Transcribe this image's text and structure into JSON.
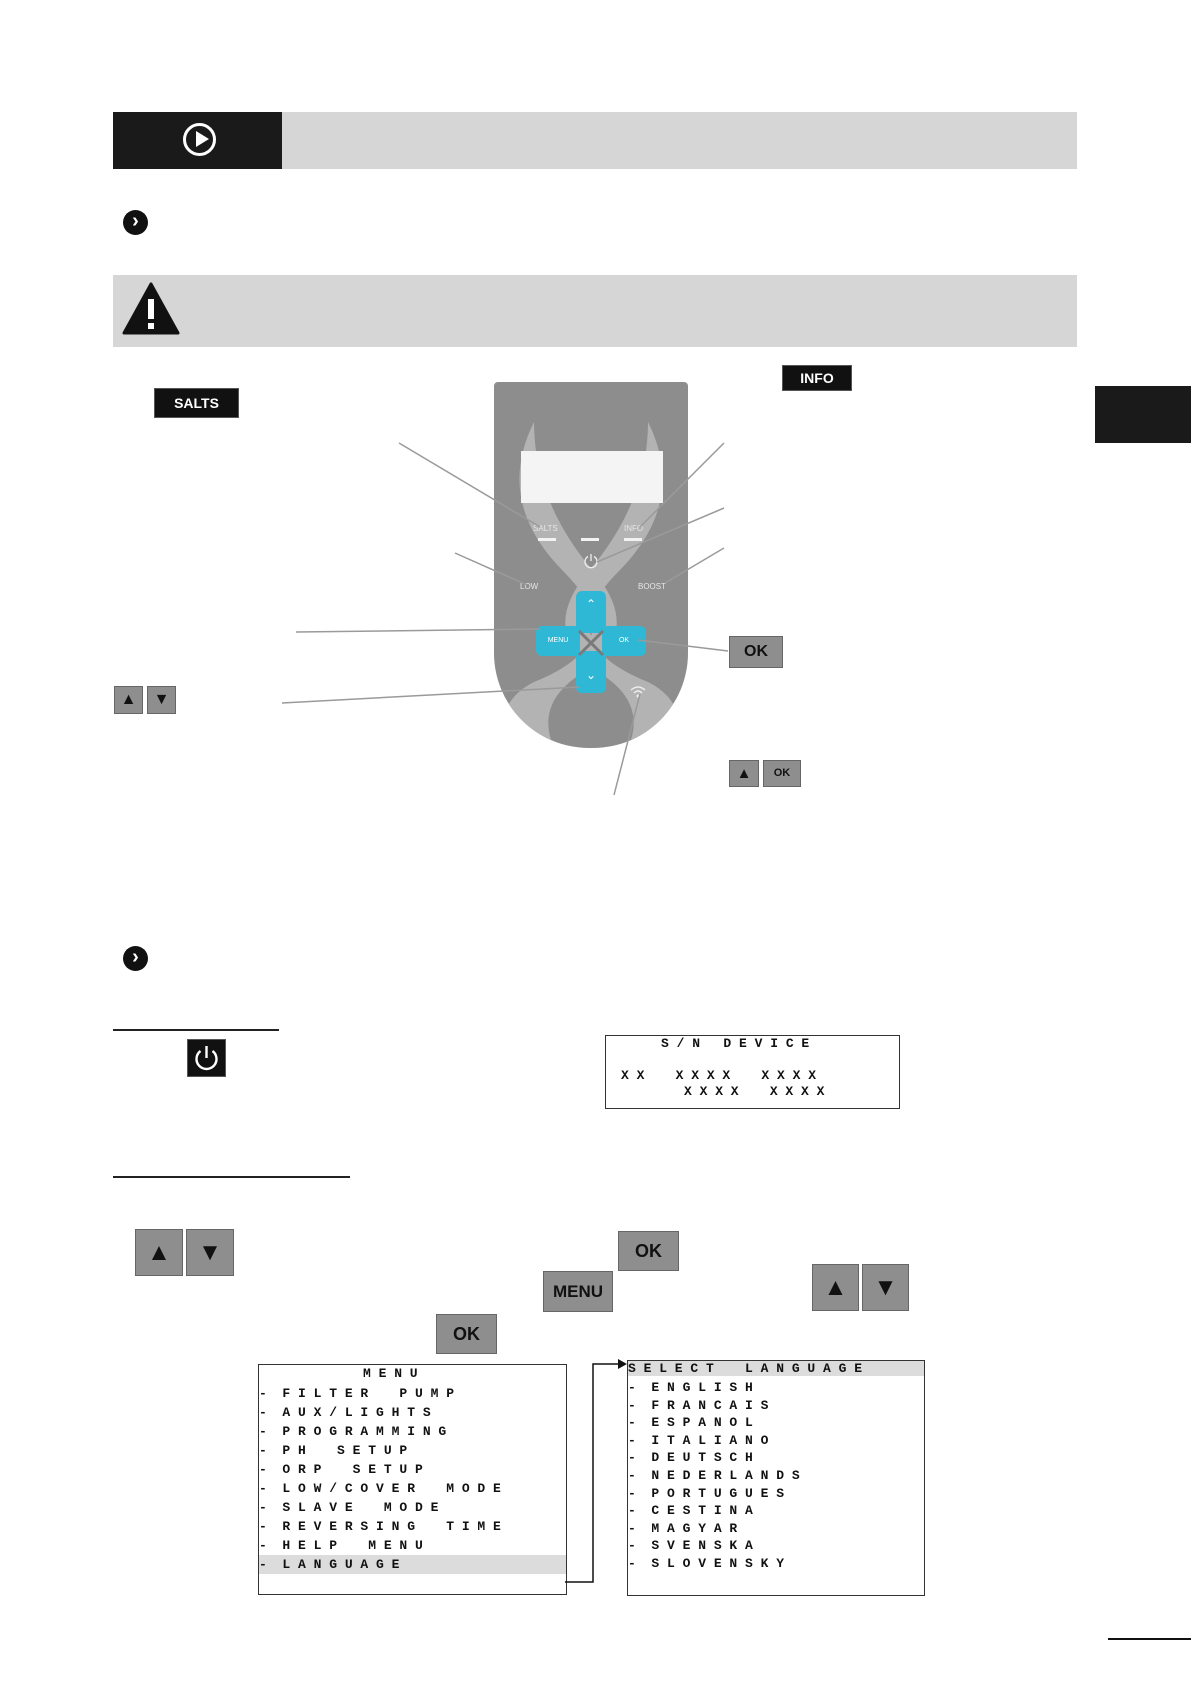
{
  "header": {
    "play_icon": "play-circle-icon"
  },
  "labels": {
    "salts": "SALTS",
    "info": "INFO",
    "ok": "OK",
    "menu": "MENU",
    "ok_small": "OK",
    "power_icon": "power-icon",
    "warning_icon": "warning-icon",
    "bullet_icon": "chevron-right-circle-icon",
    "up_icon": "chevron-up-icon",
    "down_icon": "chevron-down-icon"
  },
  "device": {
    "salts": "SALTS",
    "info": "INFO",
    "low": "LOW",
    "boost": "BOOST",
    "menu": "MENU",
    "ok": "OK"
  },
  "sn_display": {
    "title": "S / N   D E V I C E",
    "row1": "X X    X X X X    X X X X",
    "row2": "X X X X    X X X X"
  },
  "menu_display": {
    "title": "M E N U",
    "items": [
      "-  F I L T E R    P U M P",
      "-  A U X / L I G H T S",
      "-  P R O G R A M M I N G",
      "-  P H    S E T U P",
      "-  O R P    S E T U P",
      "-  L O W / C O V E R    M O D E",
      "-  S L A V E    M O D E",
      "-  R E V E R S I N G    T I M E",
      "-  H E L P    M E N U",
      "-  L A N G U A G E"
    ]
  },
  "language_display": {
    "title": "S E L E C T    L A N G U A G E",
    "items": [
      "-  E N G L I S H",
      "-  F R A N C A I S",
      "-  E S P A N O L",
      "-  I T A L I A N O",
      "-  D E U T S C H",
      "-  N E D E R L A N D S",
      "-  P O R T U G U E S",
      "-  C E S T I N A",
      "-  M A G Y A R",
      "-  S V E N S K A",
      "-  S L O V E N S K Y"
    ]
  }
}
